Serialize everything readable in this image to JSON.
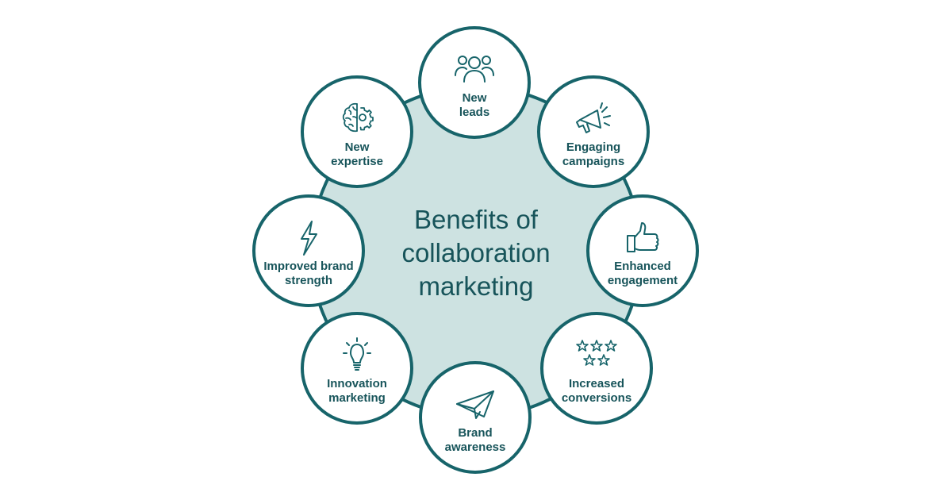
{
  "title": {
    "line1": "Benefits of",
    "line2": "collaboration",
    "line3": "marketing"
  },
  "colors": {
    "ring": "#17646a",
    "text": "#17545a",
    "disc_fill": "#cde2e1",
    "node_fill": "#ffffff"
  },
  "benefits": [
    {
      "icon": "people-icon",
      "line1": "New",
      "line2": "leads"
    },
    {
      "icon": "megaphone-icon",
      "line1": "Engaging",
      "line2": "campaigns"
    },
    {
      "icon": "thumbs-up-icon",
      "line1": "Enhanced",
      "line2": "engagement"
    },
    {
      "icon": "stars-icon",
      "line1": "Increased",
      "line2": "conversions"
    },
    {
      "icon": "paper-plane-icon",
      "line1": "Brand",
      "line2": "awareness"
    },
    {
      "icon": "lightbulb-icon",
      "line1": "Innovation",
      "line2": "marketing"
    },
    {
      "icon": "lightning-bolt-icon",
      "line1": "Improved brand",
      "line2": "strength"
    },
    {
      "icon": "brain-gear-icon",
      "line1": "New",
      "line2": "expertise"
    }
  ]
}
